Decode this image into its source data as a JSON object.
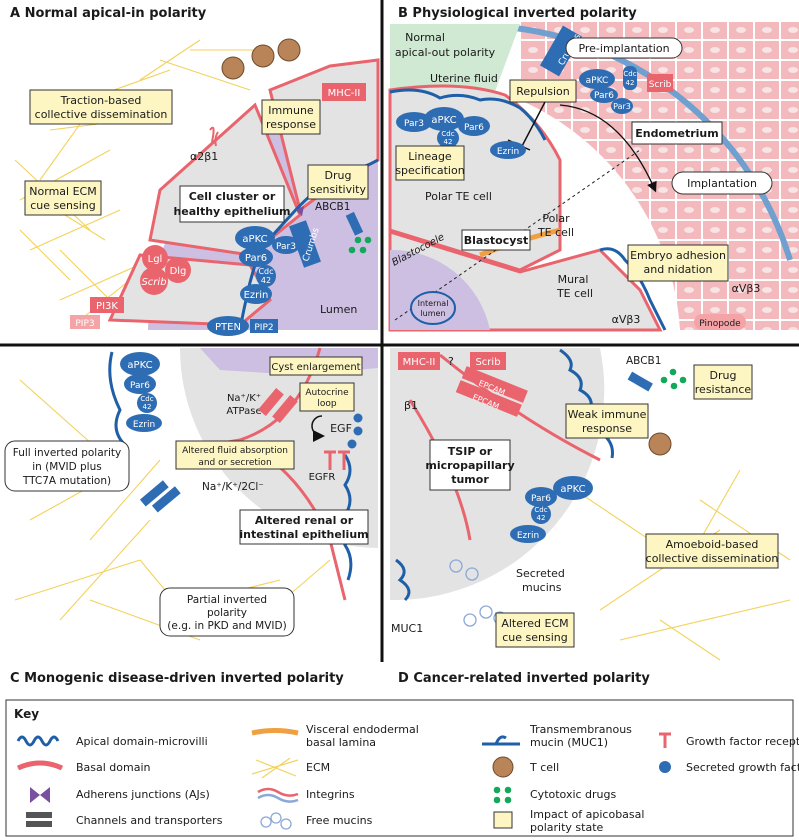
{
  "colors": {
    "blue": "#1f5fa8",
    "blue_fill": "#2e6db3",
    "pink": "#e9646d",
    "pink_light": "#f4a3a6",
    "lumen": "#cdbfe1",
    "cell_grey": "#e3e3e3",
    "yellow_box": "#fdf6c3",
    "ecm": "#f2d25c",
    "green": "#13a85a",
    "tcell": "#b98458",
    "endometrium": "#f4b9bc",
    "stroma_green": "#cfe9d2"
  },
  "panels": {
    "a_title": "A  Normal apical-in polarity",
    "b_title": "B  Physiological inverted polarity",
    "c_title": "C  Monogenic disease-driven inverted polarity",
    "d_title": "D  Cancer-related inverted polarity"
  },
  "panel_a": {
    "traction_1": "Traction-based",
    "traction_2": "collective dissemination",
    "ecm_1": "Normal ECM",
    "ecm_2": "cue sensing",
    "immune_1": "Immune",
    "immune_2": "response",
    "mhc": "MHC-II",
    "drug_1": "Drug",
    "drug_2": "sensitivity",
    "abcb1": "ABCB1",
    "alpha2b1": "α2β1",
    "cluster_1": "Cell cluster or",
    "cluster_2": "healthy epithelium",
    "apkc": "aPKC",
    "par6": "Par6",
    "par3": "Par3",
    "cdc": "Cdc",
    "cdc_n": "42",
    "crumbs": "Crumbs",
    "ezrin": "Ezrin",
    "lgl": "Lgl",
    "scrib": "Scrib",
    "dlg": "Dlg",
    "pi3k": "PI3K",
    "pip3": "PIP3",
    "pten": "PTEN",
    "pip2": "PIP2",
    "lumen": "Lumen"
  },
  "panel_b": {
    "normal_1": "Normal",
    "normal_2": "apical-out polarity",
    "uterine": "Uterine fluid",
    "crumbs": "Crumbs",
    "preimpl": "Pre-implantation",
    "apkc": "aPKC",
    "par6": "Par6",
    "par3": "Par3",
    "cdc": "Cdc",
    "cdc_n": "42",
    "scrib": "Scrib",
    "repulsion": "Repulsion",
    "endometrium": "Endometrium",
    "lineage_1": "Lineage",
    "lineage_2": "specification",
    "ezrin": "Ezrin",
    "implantation": "Implantation",
    "polar_te": "Polar TE cell",
    "polar_te_2a": "Polar",
    "polar_te_2b": "TE cell",
    "blastocoele": "Blastocoele",
    "blastocyst": "Blastocyst",
    "adhesion_1": "Embryo adhesion",
    "adhesion_2": "and nidation",
    "mural_1": "Mural",
    "mural_2": "TE cell",
    "internal_1": "Internal",
    "internal_2": "lumen",
    "avb3": "αVβ3",
    "avb3_2": "αVβ3",
    "pinopode": "Pinopode"
  },
  "panel_c": {
    "apkc": "aPKC",
    "par6": "Par6",
    "cdc": "Cdc",
    "cdc_n": "42",
    "ezrin": "Ezrin",
    "cyst": "Cyst enlargement",
    "autocrine_1": "Autocrine",
    "autocrine_2": "loop",
    "nak_1": "Na⁺/K⁺",
    "nak_2": "ATPase",
    "egf": "EGF",
    "egfr": "EGFR",
    "altered_fluid_1": "Altered fluid absorption",
    "altered_fluid_2": "and or secretion",
    "full_1": "Full inverted polarity",
    "full_2": "in (MVID plus",
    "full_3": "TTC7A mutation)",
    "nak2cl": "Na⁺/K⁺/2Cl⁻",
    "renal_1": "Altered renal or",
    "renal_2": "intestinal epithelium",
    "partial_1": "Partial inverted",
    "partial_2": "polarity",
    "partial_3": "(e.g. in PKD and MVID)"
  },
  "panel_d": {
    "mhc": "MHC-II",
    "question": "?",
    "scrib": "Scrib",
    "abcb1": "ABCB1",
    "drug_1": "Drug",
    "drug_2": "resistance",
    "b1": "β1",
    "epcam": "EPCAM",
    "weak_1": "Weak immune",
    "weak_2": "response",
    "tsip_1": "TSIP or",
    "tsip_2": "micropapillary",
    "tsip_3": "tumor",
    "apkc": "aPKC",
    "par6": "Par6",
    "cdc": "Cdc",
    "cdc_n": "42",
    "ezrin": "Ezrin",
    "amoeboid_1": "Amoeboid-based",
    "amoeboid_2": "collective dissemination",
    "secreted_1": "Secreted",
    "secreted_2": "mucins",
    "altered_ecm_1": "Altered ECM",
    "altered_ecm_2": "cue sensing",
    "muc1": "MUC1"
  },
  "key": {
    "title": "Key",
    "items": [
      "Apical domain-microvilli",
      "Basal domain",
      "Adherens junctions (AJs)",
      "Channels and transporters",
      "Visceral endodermal",
      "basal lamina",
      "ECM",
      "Integrins",
      "Free mucins",
      "Transmembranous",
      "mucin (MUC1)",
      "T cell",
      "Cytotoxic drugs",
      "Impact of apicobasal",
      "polarity state",
      "Growth factor receptor",
      "Secreted growth factor"
    ]
  }
}
